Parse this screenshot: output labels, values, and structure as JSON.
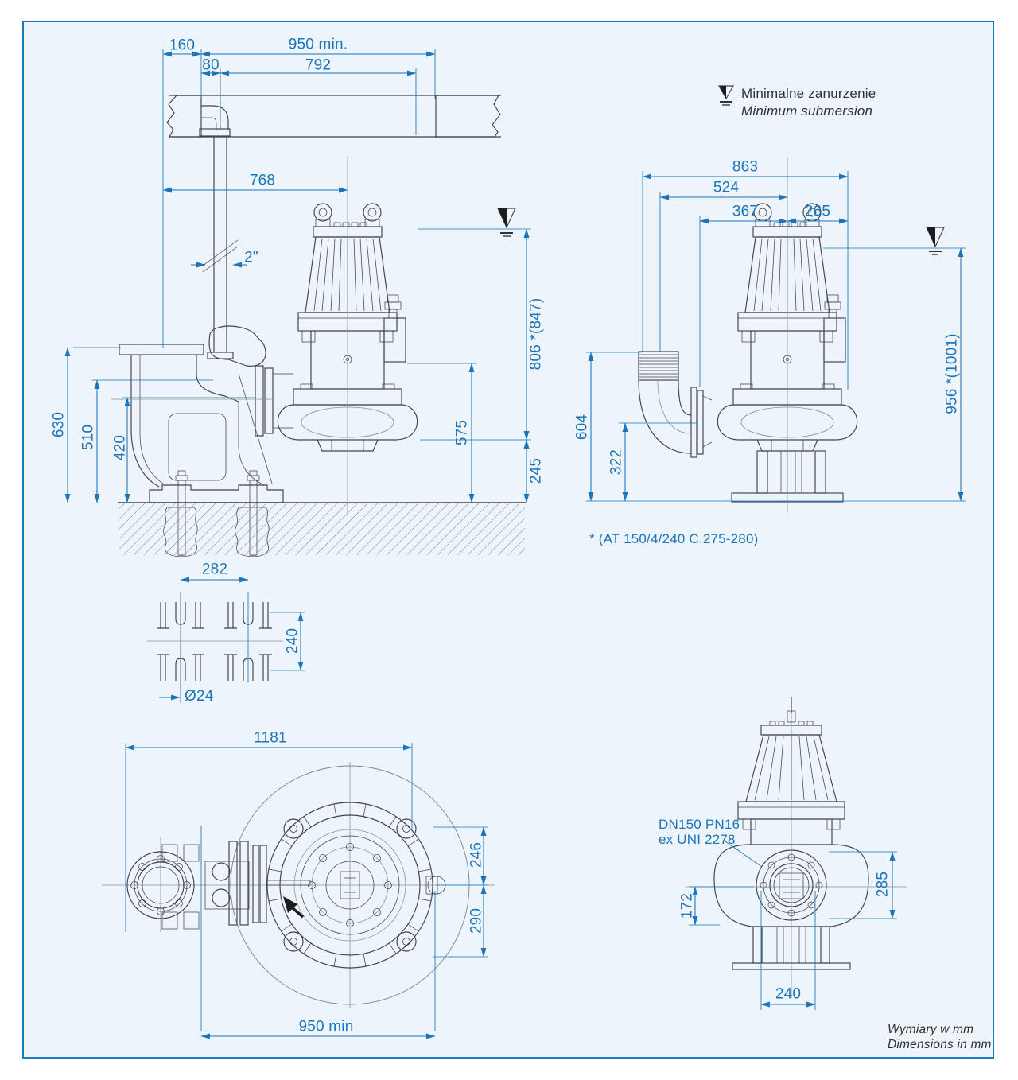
{
  "title": "Submersible pump installation dimensional drawing",
  "legend": {
    "pl": "Minimalne zanurzenie",
    "en": "Minimum submersion"
  },
  "footer": {
    "pl": "Wymiary w mm",
    "en": "Dimensions in mm"
  },
  "note": "* (AT 150/4/240 C.275-280)",
  "flange_callout": {
    "line1": "DN150 PN16",
    "line2": "ex UNI 2278"
  },
  "dims": {
    "install": {
      "w160": "160",
      "w950": "950 min.",
      "w80": "80",
      "w792": "792",
      "w768": "768",
      "pipe": "2\"",
      "h630": "630",
      "h510": "510",
      "h420": "420",
      "h806": "806 *(847)",
      "h575": "575",
      "h245": "245"
    },
    "hose": {
      "w863": "863",
      "w524": "524",
      "w367": "367",
      "w265": "265",
      "h604": "604",
      "h322": "322",
      "h956": "956 *(1001)"
    },
    "anchors": {
      "w282": "282",
      "h240": "240",
      "dia": "Ø24"
    },
    "plan": {
      "w1181": "1181",
      "h246": "246",
      "h290": "290",
      "w950": "950 min"
    },
    "front": {
      "h285": "285",
      "h172": "172",
      "w240": "240"
    }
  },
  "icons": {
    "water_level": "water-level-icon",
    "rotation_arrow": "direction-arrow-icon"
  },
  "colors": {
    "dimension_blue": "#1b75bc",
    "line_dark": "#3f444b",
    "border_blue": "#1a7dc2",
    "canvas": "#edf4fa",
    "text_dark": "#2f3237"
  }
}
